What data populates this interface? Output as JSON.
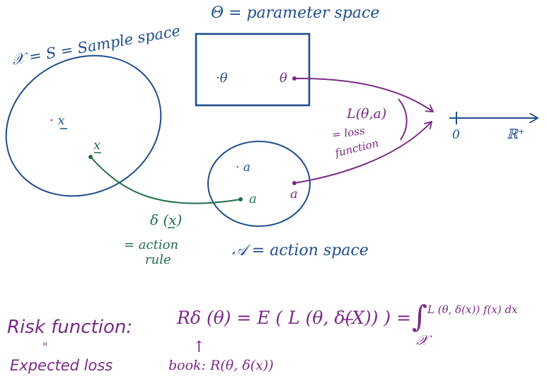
{
  "colors": {
    "blue": "#1f4e8c",
    "purple": "#7a2a86",
    "green": "#1f6f4a"
  },
  "labels": {
    "param_space_title": "Θ = parameter space",
    "param_theta_point": "·θ",
    "param_theta_right": "θ",
    "sample_space_title": "𝒳 = S = Sample space",
    "sample_x_point": "· x",
    "sample_x_green": "x",
    "action_a_point": "· a",
    "action_a_green": "a",
    "action_a_purple": "a",
    "action_space_title": "𝒜 = action space",
    "delta_label": "δ (x)",
    "action_rule_1": "= action",
    "action_rule_2": "rule",
    "loss_label": "L(θ,a)",
    "loss_fn_1": "= loss",
    "loss_fn_2": "function",
    "axis_zero": "0",
    "axis_rplus": "ℝ⁺",
    "risk_title": "Risk function:",
    "risk_def": "Rδ (θ)  = E ( L (θ, δ(X)) ) =",
    "risk_integral": "∫",
    "risk_integral_sub": "𝒳",
    "risk_integrand": "L (θ, δ(x)) f(x) dx",
    "expected_quote": "\"",
    "expected_loss": "Expected loss",
    "book_arrow": "↑",
    "book_note": "book: R(θ, δ(x))"
  }
}
